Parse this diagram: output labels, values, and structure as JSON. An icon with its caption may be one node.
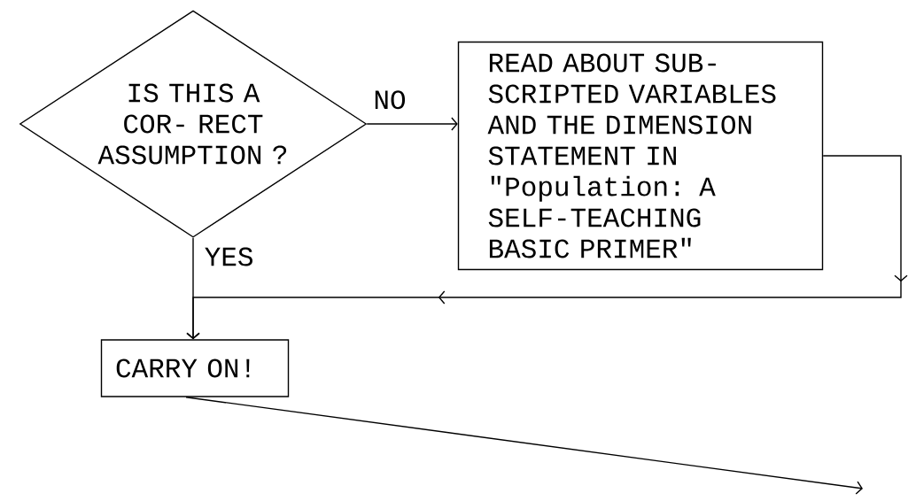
{
  "diagram": {
    "nodes": [
      {
        "text": [
          "IS THIS A COR- RECT ASSUMPTION ?"
        ]
      },
      {
        "text": [
          "READ ABOUT SUB- SCRIPTED VARIABLES AND THE DIMENSION STATEMENT IN \"Population: A SELF-TEACHING BASIC PRIMER\""
        ]
      },
      {
        "text": [
          "CARRY ON!"
        ]
      }
    ],
    "edges": [
      {
        "from": 0,
        "to": 1,
        "arrow": "to",
        "label": "NO"
      },
      {
        "from": 0,
        "to": 2,
        "arrow": "to",
        "label": "YES"
      },
      {
        "from": 1,
        "to": 2,
        "arrow": "to"
      },
      {
        "from": 2,
        "to": null,
        "arrow": "to"
      }
    ]
  }
}
